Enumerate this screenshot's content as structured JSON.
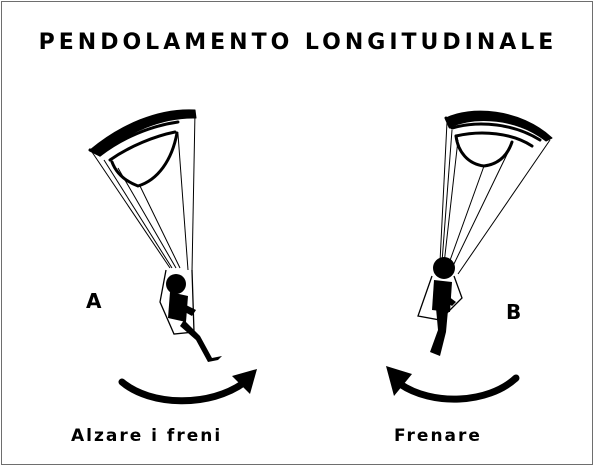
{
  "title": "PENDOLAMENTO LONGITUDINALE",
  "left_figure": {
    "letter": "A",
    "caption": "Alzare i freni"
  },
  "right_figure": {
    "letter": "B",
    "caption": "Frenare"
  },
  "colors": {
    "ink": "#000000",
    "background": "#ffffff",
    "border": "#6e6e6e"
  }
}
